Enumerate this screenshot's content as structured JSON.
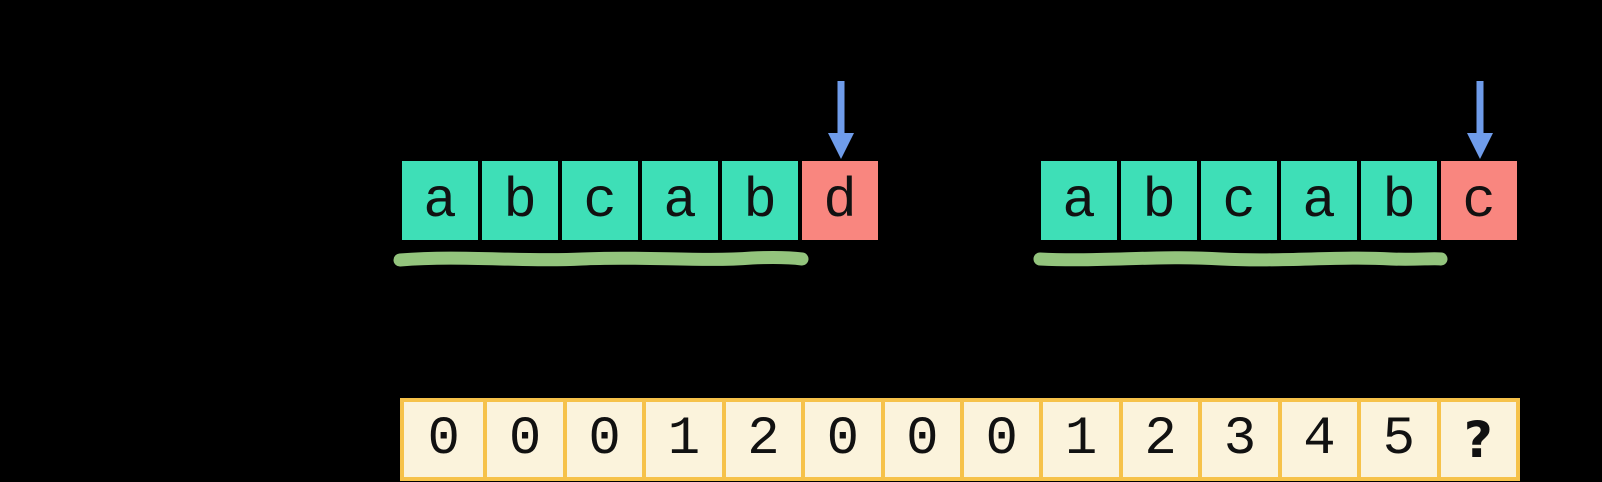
{
  "diagram": "string-matching prefix comparison",
  "colors": {
    "background": "#000000",
    "match_cell": "#3EDFB7",
    "mismatch_cell": "#F9867F",
    "arrow_blue": "#6F9CEA",
    "underline_green": "#93C47D",
    "table_fill": "#FBF3DC",
    "table_border": "#F6C24A",
    "text": "#111111"
  },
  "icons": {
    "pointer": "down-arrow-icon",
    "highlight": "marker-underline-icon"
  },
  "examples": [
    {
      "cells": [
        {
          "char": "a",
          "status": "match"
        },
        {
          "char": "b",
          "status": "match"
        },
        {
          "char": "c",
          "status": "match"
        },
        {
          "char": "a",
          "status": "match"
        },
        {
          "char": "b",
          "status": "match"
        },
        {
          "char": "d",
          "status": "mismatch"
        }
      ],
      "arrow_on_index": 5,
      "underlined_prefix": "abcab"
    },
    {
      "cells": [
        {
          "char": "a",
          "status": "match"
        },
        {
          "char": "b",
          "status": "match"
        },
        {
          "char": "c",
          "status": "match"
        },
        {
          "char": "a",
          "status": "match"
        },
        {
          "char": "b",
          "status": "match"
        },
        {
          "char": "c",
          "status": "mismatch"
        }
      ],
      "arrow_on_index": 5,
      "underlined_prefix": "abcab"
    }
  ],
  "prefix_table": {
    "values": [
      "0",
      "0",
      "0",
      "1",
      "2",
      "0",
      "0",
      "0",
      "1",
      "2",
      "3",
      "4",
      "5",
      "?"
    ]
  }
}
